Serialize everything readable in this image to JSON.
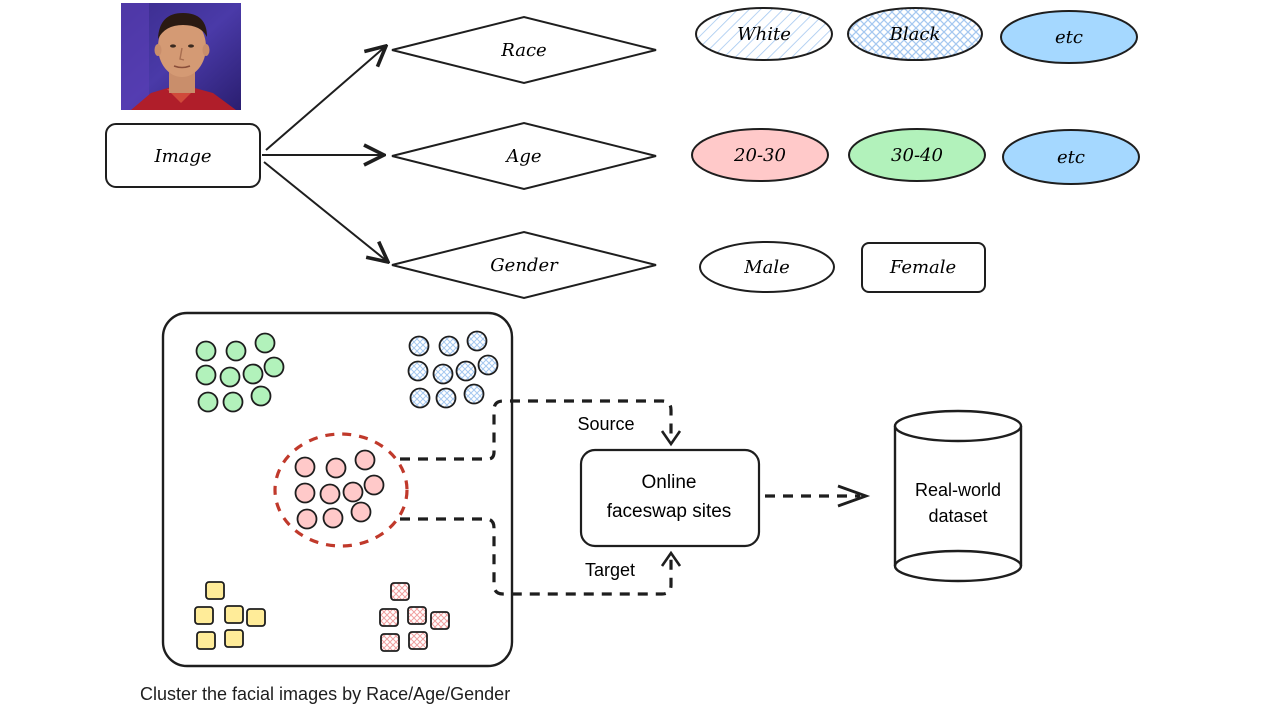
{
  "nodes": {
    "image": "Image",
    "race": "Race",
    "age": "Age",
    "gender": "Gender",
    "online_sites_line1": "Online",
    "online_sites_line2": "faceswap sites",
    "dataset_line1": "Real-world",
    "dataset_line2": "dataset"
  },
  "race_values": [
    "White",
    "Black",
    "etc"
  ],
  "age_values": [
    "20-30",
    "30-40",
    "etc"
  ],
  "gender_values": [
    "Male",
    "Female"
  ],
  "edge_labels": {
    "source": "Source",
    "target": "Target"
  },
  "caption": "Cluster the facial images by Race/Age/Gender",
  "colors": {
    "stroke": "#1e1e1e",
    "blue_hatch": "#a5c8f0",
    "blue_fill": "#a5d8ff",
    "pink": "#ffc9c9",
    "green": "#b2f2bb",
    "yellow": "#ffec99",
    "red_dashed": "#c0392b"
  }
}
